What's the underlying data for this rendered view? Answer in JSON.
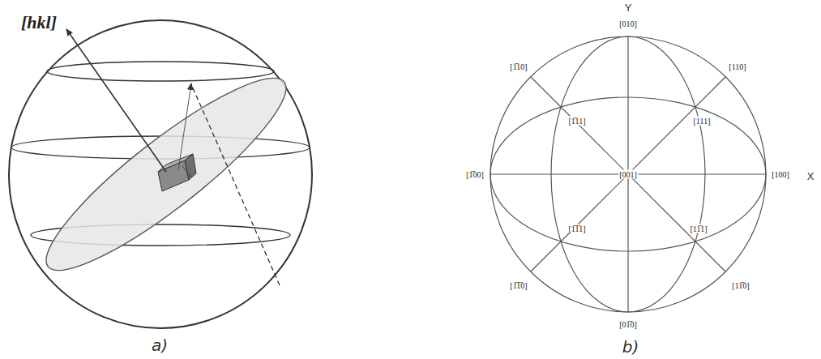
{
  "diagram": {
    "labels": [
      "[hkl]",
      "a)",
      "b)",
      "Y",
      "[010]",
      "[110]",
      "[1̅10]",
      "[1̅11]",
      "[111]",
      "[1̅00]",
      "[001]",
      "[100]",
      "X",
      "[1̅1̅1]",
      "[11̅1]",
      "[1̅1̅0]",
      "[11̅0]",
      "[01̅0]"
    ]
  }
}
